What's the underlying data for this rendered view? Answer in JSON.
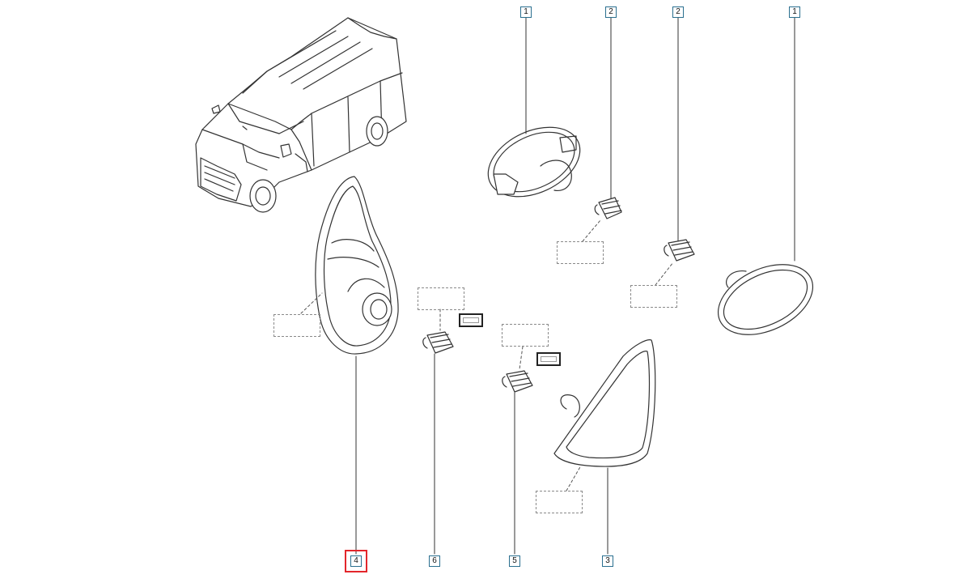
{
  "diagram": {
    "callouts": [
      {
        "id": "c1a",
        "label": "1"
      },
      {
        "id": "c2a",
        "label": "2"
      },
      {
        "id": "c2b",
        "label": "2"
      },
      {
        "id": "c1b",
        "label": "1"
      },
      {
        "id": "c4",
        "label": "4",
        "selected": true
      },
      {
        "id": "c6",
        "label": "6"
      },
      {
        "id": "c5",
        "label": "5"
      },
      {
        "id": "c3",
        "label": "3"
      }
    ],
    "colors": {
      "line": "#333333",
      "callout_border": "#2a6f8f",
      "selection": "#e3262b",
      "placeholder": "#8a8a8a"
    }
  }
}
